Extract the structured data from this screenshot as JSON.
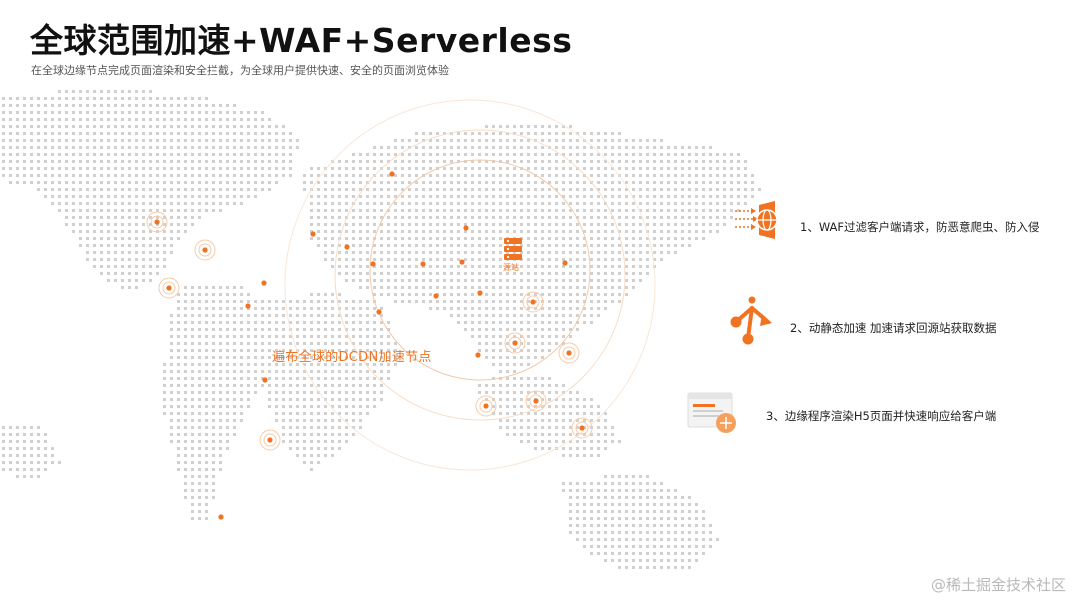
{
  "title": "全球范围加速+WAF+Serverless",
  "subtitle": "在全球边缘节点完成页面渲染和安全拦截，为全球用户提供快速、安全的页面浏览体验",
  "map": {
    "label": "遍布全球的DCDN加速节点",
    "origin_label": "源站"
  },
  "steps": [
    {
      "text": "1、WAF过滤客户端请求，防恶意爬虫、防入侵",
      "icon": "waf-shield-icon"
    },
    {
      "text": "2、动静态加速 加速请求回源站获取数据",
      "icon": "share-arrow-icon"
    },
    {
      "text": "3、边缘程序渲染H5页面并快速响应给客户端",
      "icon": "render-page-icon"
    }
  ],
  "watermark": "@稀土掘金技术社区",
  "colors": {
    "accent": "#f07322",
    "dot_grid": "#d0d0d0",
    "title": "#111111"
  }
}
